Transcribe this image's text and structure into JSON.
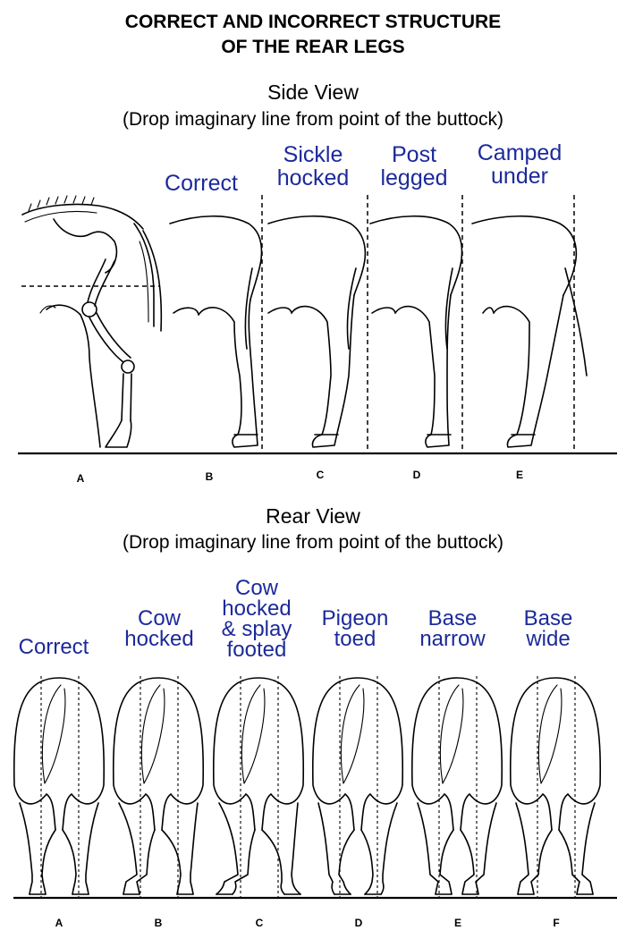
{
  "title": {
    "line1": "CORRECT AND INCORRECT STRUCTURE",
    "line2": "OF THE REAR LEGS"
  },
  "side_view": {
    "heading": "Side View",
    "instruction": "(Drop imaginary line from point of the buttock)",
    "panels": [
      {
        "letter": "A",
        "label": ""
      },
      {
        "letter": "B",
        "label": "Correct"
      },
      {
        "letter": "C",
        "label": "Sickle\nhocked"
      },
      {
        "letter": "D",
        "label": "Post\nlegged"
      },
      {
        "letter": "E",
        "label": "Camped\nunder"
      }
    ]
  },
  "rear_view": {
    "heading": "Rear View",
    "instruction": "(Drop imaginary line from point of the buttock)",
    "panels": [
      {
        "letter": "A",
        "label": "Correct"
      },
      {
        "letter": "B",
        "label": "Cow\nhocked"
      },
      {
        "letter": "C",
        "label": "Cow\nhocked\n& splay\nfooted"
      },
      {
        "letter": "D",
        "label": "Pigeon\ntoed"
      },
      {
        "letter": "E",
        "label": "Base\nnarrow"
      },
      {
        "letter": "F",
        "label": "Base\nwide"
      }
    ]
  },
  "colors": {
    "label_blue": "#1c2a9a",
    "ink": "#000000"
  }
}
